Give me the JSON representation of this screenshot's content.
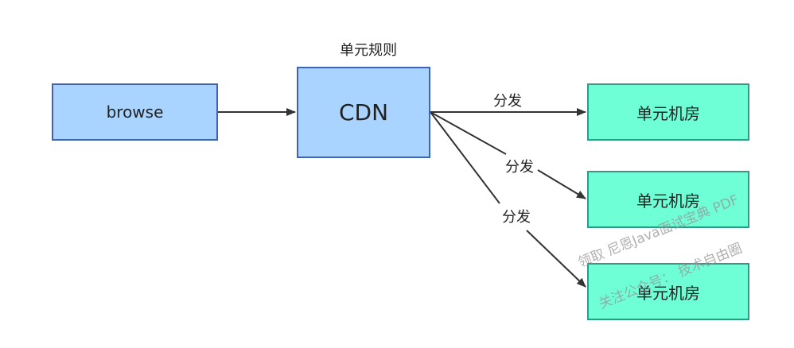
{
  "diagram": {
    "nodes": {
      "browse": "browse",
      "cdn": "CDN",
      "room1": "单元机房",
      "room2": "单元机房",
      "room3": "单元机房"
    },
    "cdn_rule_label": "单元规则",
    "edge_labels": [
      "分发",
      "分发",
      "分发"
    ]
  },
  "watermark": {
    "line1": "领取 尼恩Java面试宝典 PDF",
    "line2": "关注公众号：   技术自由圈"
  },
  "colors": {
    "process_fill": "#a9d4ff",
    "process_border": "#3f63b8",
    "target_fill": "#6fffd6",
    "target_border": "#2f9a86",
    "arrow": "#333333"
  }
}
